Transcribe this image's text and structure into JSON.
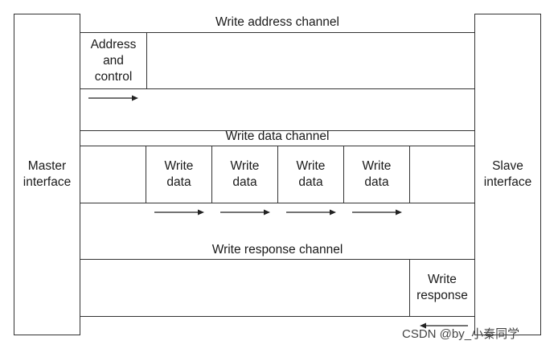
{
  "master": {
    "label": "Master\ninterface"
  },
  "slave": {
    "label": "Slave\ninterface"
  },
  "write_address_channel": {
    "title": "Write address channel",
    "cell": "Address\nand\ncontrol"
  },
  "write_data_channel": {
    "title": "Write data channel",
    "cells": [
      "Write\ndata",
      "Write\ndata",
      "Write\ndata",
      "Write\ndata"
    ]
  },
  "write_response_channel": {
    "title": "Write response channel",
    "cell": "Write\nresponse"
  },
  "watermark": "CSDN @by_小秦同学"
}
